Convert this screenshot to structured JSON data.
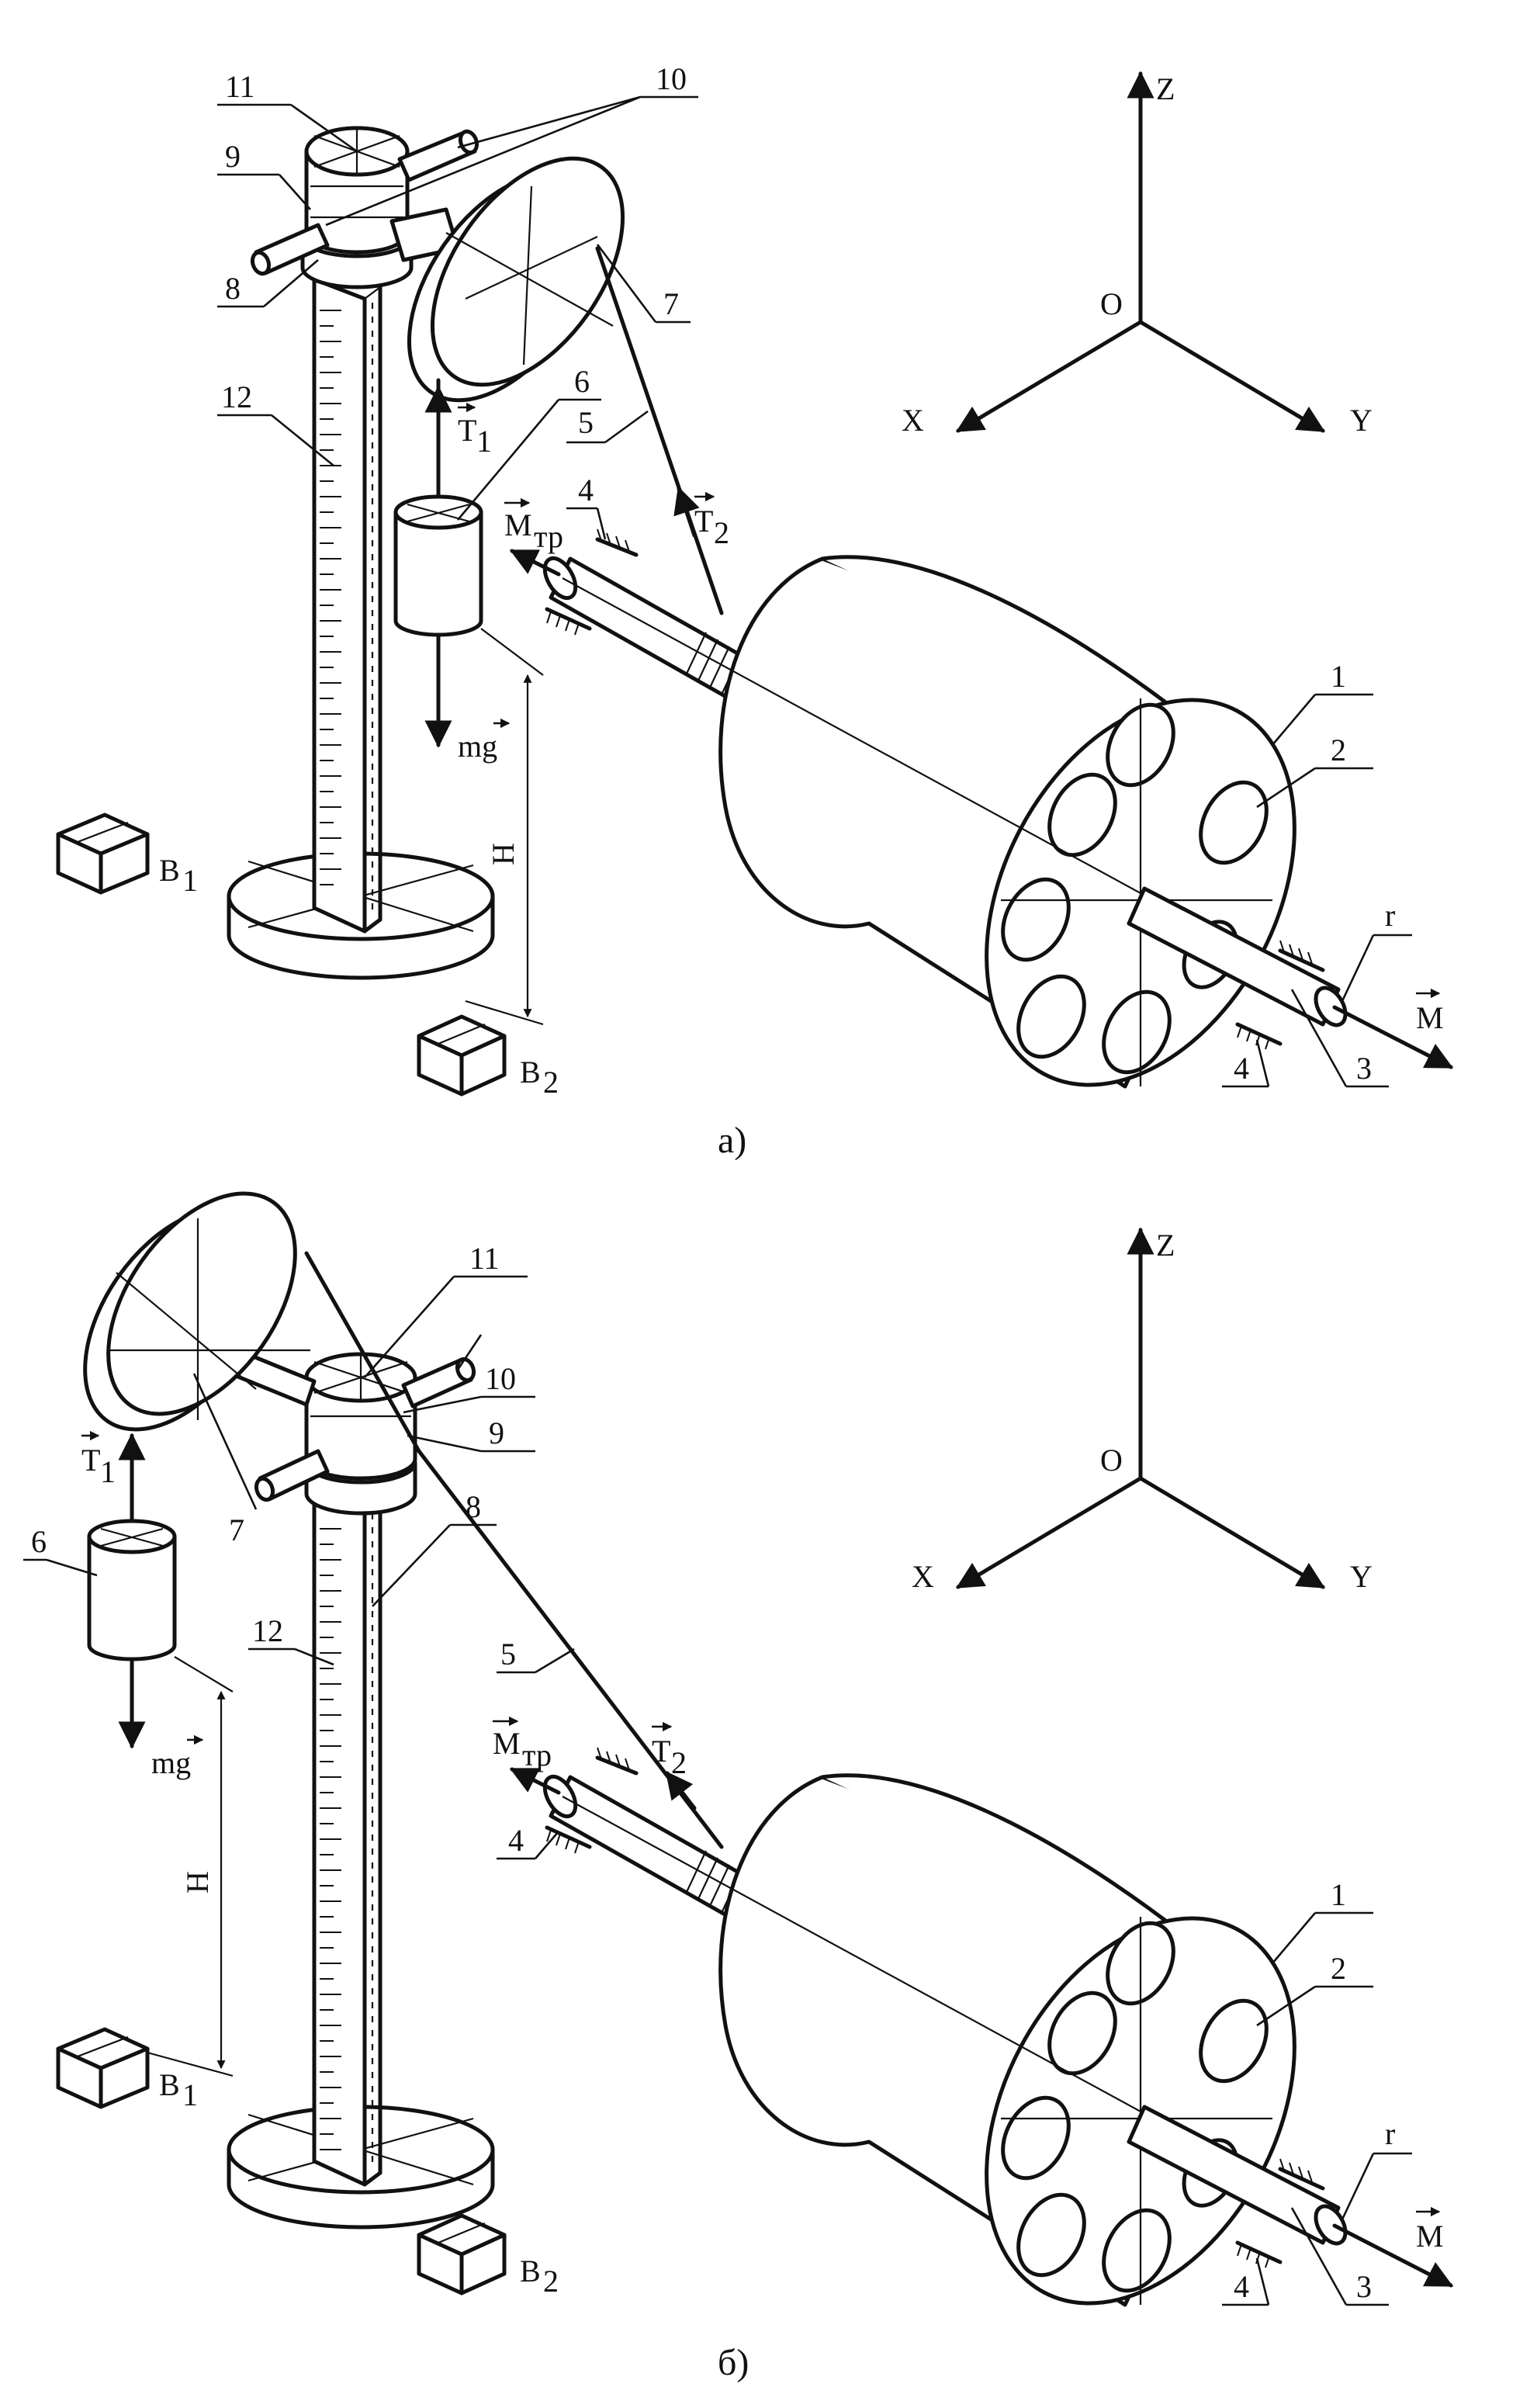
{
  "figures": [
    {
      "caption": "а)",
      "labels": {
        "n1": "1",
        "n2": "2",
        "n3": "3",
        "n4a": "4",
        "n4b": "4",
        "n5": "5",
        "n6": "6",
        "n7": "7",
        "n8": "8",
        "n9": "9",
        "n10": "10",
        "n11": "11",
        "n12": "12",
        "r": "r",
        "H": "H",
        "B1": "B",
        "B1sub": "1",
        "B2": "B",
        "B2sub": "2"
      },
      "vectors": {
        "T1": "T",
        "T1sub": "1",
        "T2": "T",
        "T2sub": "2",
        "Mtr": "M",
        "Mtrsub": "тр",
        "M": "M",
        "mg": "mg"
      },
      "axes": {
        "O": "O",
        "X": "X",
        "Y": "Y",
        "Z": "Z"
      }
    },
    {
      "caption": "б)",
      "labels": {
        "n1": "1",
        "n2": "2",
        "n3": "3",
        "n4a": "4",
        "n4b": "4",
        "n5": "5",
        "n6": "6",
        "n7": "7",
        "n8": "8",
        "n9": "9",
        "n10": "10",
        "n11": "11",
        "n12": "12",
        "r": "r",
        "H": "H",
        "B1": "B",
        "B1sub": "1",
        "B2": "B",
        "B2sub": "2"
      },
      "vectors": {
        "T1": "T",
        "T1sub": "1",
        "T2": "T",
        "T2sub": "2",
        "Mtr": "M",
        "Mtrsub": "тр",
        "M": "M",
        "mg": "mg"
      },
      "axes": {
        "O": "O",
        "X": "X",
        "Y": "Y",
        "Z": "Z"
      }
    }
  ],
  "colors": {
    "ink": "#111111",
    "paper": "#ffffff"
  }
}
